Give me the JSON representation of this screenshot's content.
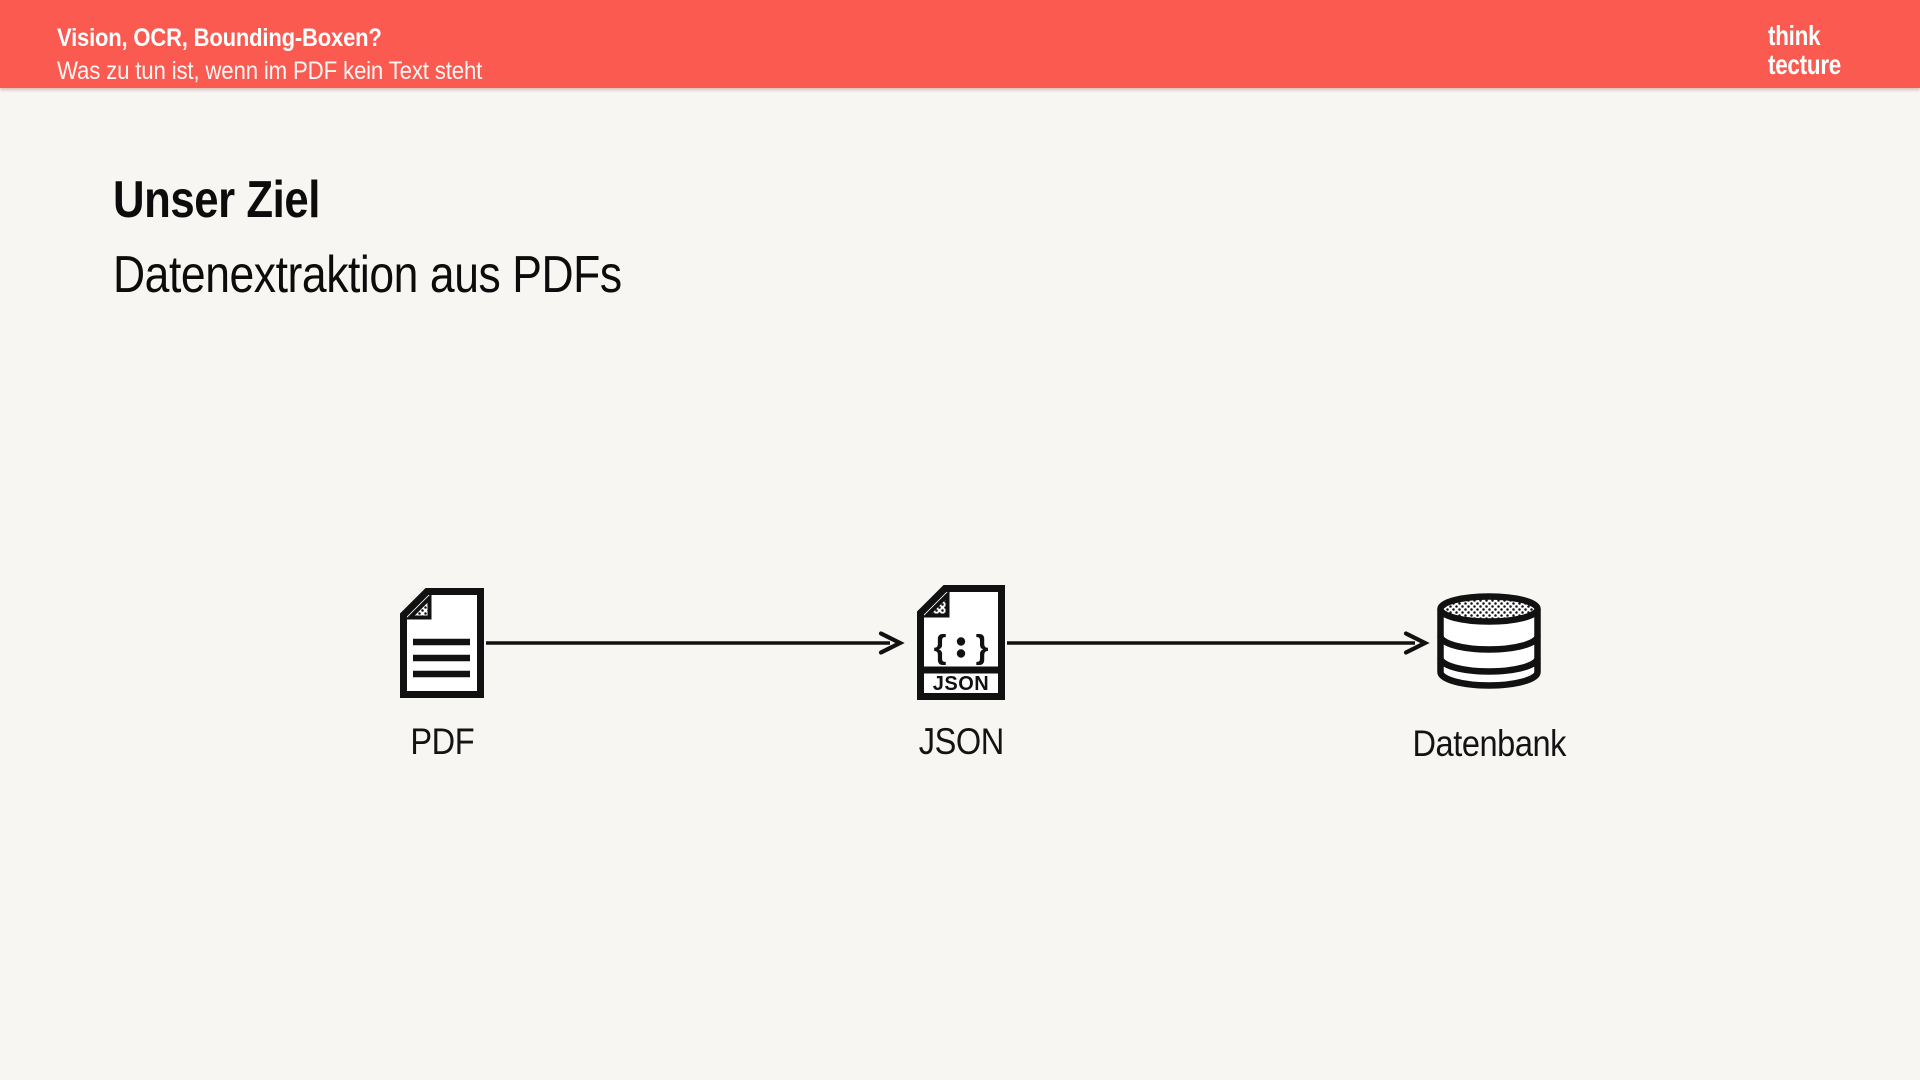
{
  "colors": {
    "header_background": "#FA5A50",
    "slide_background": "#F8F6F3",
    "ink": "#111111",
    "text_on_header": "#FFFFFF"
  },
  "header": {
    "title": "Vision, OCR, Bounding-Boxen?",
    "subtitle": "Was zu tun ist, wenn im PDF kein Text steht",
    "logo": {
      "line1": "think",
      "line2": "tecture"
    }
  },
  "content": {
    "title": "Unser Ziel",
    "subtitle": "Datenextraktion aus PDFs"
  },
  "diagram": {
    "nodes": [
      {
        "id": "pdf",
        "icon": "pdf-document-icon",
        "label": "PDF"
      },
      {
        "id": "json",
        "icon": "json-file-icon",
        "label": "JSON",
        "file_type_badge": "JSON",
        "symbol_open": "{",
        "symbol_close": "}"
      },
      {
        "id": "datenbank",
        "icon": "database-icon",
        "label": "Datenbank"
      }
    ],
    "edges": [
      {
        "from": "PDF",
        "to": "JSON"
      },
      {
        "from": "JSON",
        "to": "Datenbank"
      }
    ]
  }
}
